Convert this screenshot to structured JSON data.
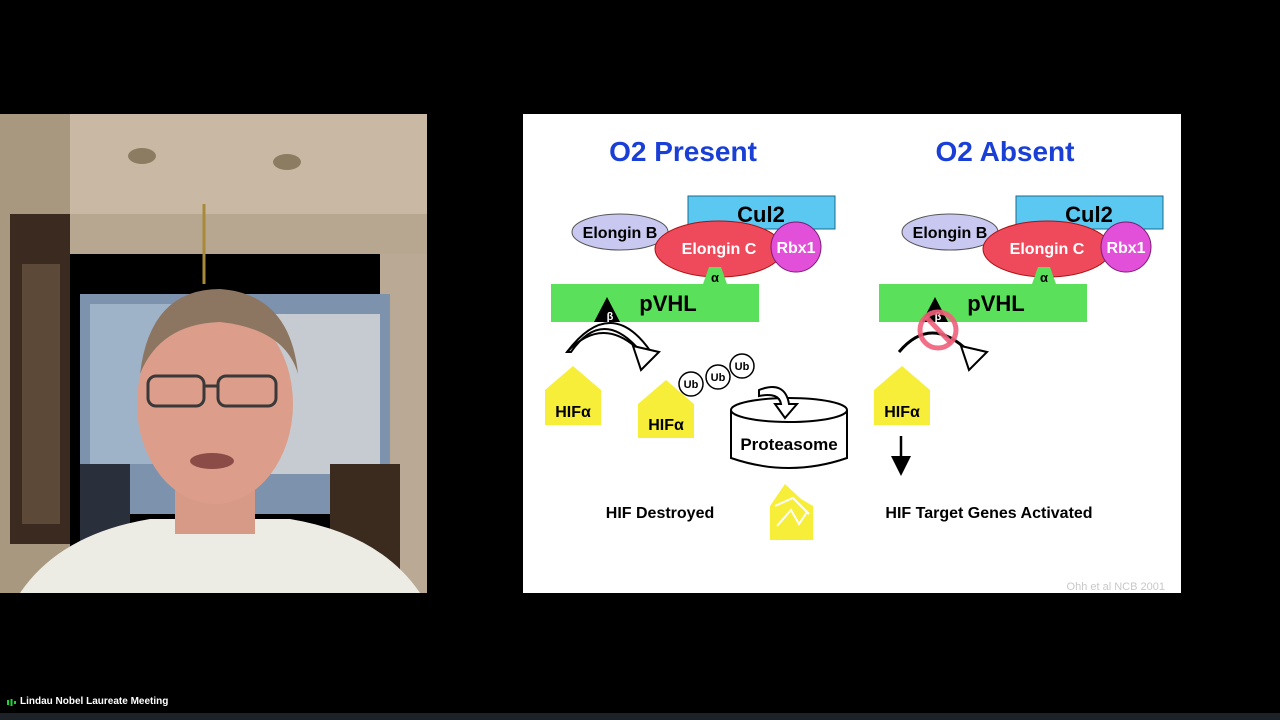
{
  "participant": {
    "label": "Lindau Nobel Laureate Meeting",
    "audio_icon": "audio-level-icon"
  },
  "slide": {
    "left_heading": "O2 Present",
    "right_heading": "O2 Absent",
    "cul2": "Cul2",
    "elongin_b": "Elongin B",
    "elongin_c": "Elongin C",
    "rbx1": "Rbx1",
    "alpha": "α",
    "beta": "β",
    "pvhl": "pVHL",
    "hif_alpha": "HIFα",
    "ub": "Ub",
    "proteasome": "Proteasome",
    "hif_destroyed": "HIF Destroyed",
    "hif_target": "HIF Target Genes Activated",
    "citation": "Ohh et al NCB 2001",
    "colors": {
      "heading_blue": "#1a3fd6",
      "cul2_blue": "#5bc8f2",
      "elongin_b_purple": "#c9c8f0",
      "elongin_c_red": "#ef4a5c",
      "rbx1_magenta": "#e24fd8",
      "pvhl_green": "#5ae05a",
      "hif_yellow": "#f7ee3a",
      "block_red": "#f0607a"
    }
  }
}
